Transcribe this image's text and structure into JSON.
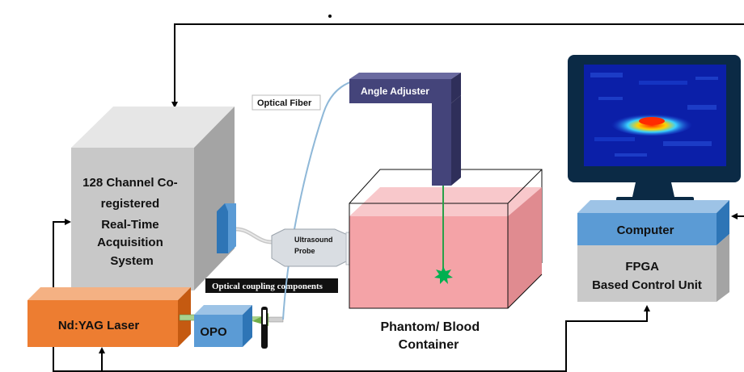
{
  "labels": {
    "acquisition": [
      "128 Channel Co-",
      "registered",
      "Real-Time",
      "Acquisition",
      "System"
    ],
    "laser": "Nd:YAG Laser",
    "opo": "OPO",
    "optical_fiber": "Optical Fiber",
    "angle_adjuster": "Angle Adjuster",
    "ultrasound_probe": [
      "Ultrasound",
      "Probe"
    ],
    "optical_coupling": "Optical coupling  components",
    "phantom": [
      "Phantom/ Blood",
      "Container"
    ],
    "computer": "Computer",
    "fpga": [
      "FPGA",
      "Based Control Unit"
    ]
  },
  "colors": {
    "acq_front": "#c8c8c8",
    "acq_top": "#e6e6e6",
    "acq_side": "#a4a4a4",
    "laser_front": "#ed7d31",
    "laser_top": "#f4b183",
    "laser_side": "#c55a11",
    "opo_front": "#5b9bd5",
    "opo_top": "#9dc3e6",
    "opo_side": "#2e75b6",
    "adjuster_front": "#44447a",
    "adjuster_top": "#6a6aa0",
    "adjuster_side": "#2f2f5a",
    "phantom_front": "#f4a3a7",
    "phantom_top": "#f8c8cb",
    "phantom_side": "#e08b90",
    "computer_front": "#5b9bd5",
    "fpga_front": "#c9c9c9",
    "monitor_frame": "#0b2a45",
    "screen_bg": "#0b1fa8",
    "fiber": "#8fb8d8",
    "wire": "#000000",
    "beam": "#2aa048",
    "green_burst": "#00b050"
  }
}
